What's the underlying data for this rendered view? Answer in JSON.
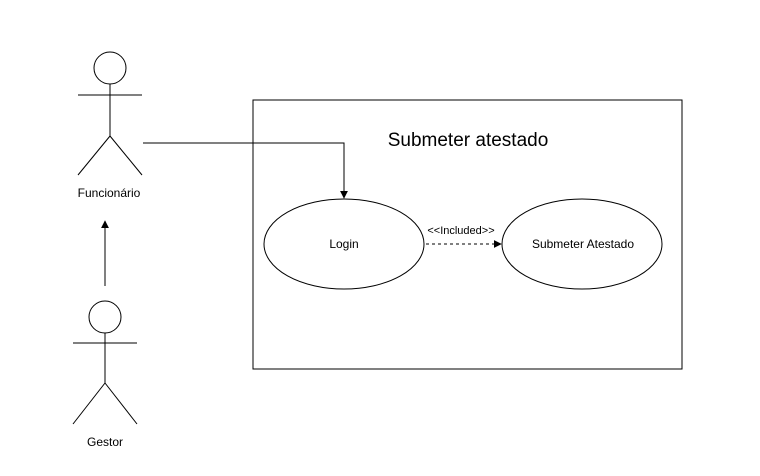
{
  "system": {
    "title": "Submeter atestado"
  },
  "actors": {
    "funcionario": {
      "label": "Funcionário"
    },
    "gestor": {
      "label": "Gestor"
    }
  },
  "use_cases": {
    "login": {
      "label": "Login"
    },
    "submeter": {
      "label": "Submeter Atestado"
    }
  },
  "relations": {
    "include": {
      "label": "<<Included>>"
    }
  },
  "colors": {
    "stroke": "#000000",
    "background": "#ffffff"
  }
}
